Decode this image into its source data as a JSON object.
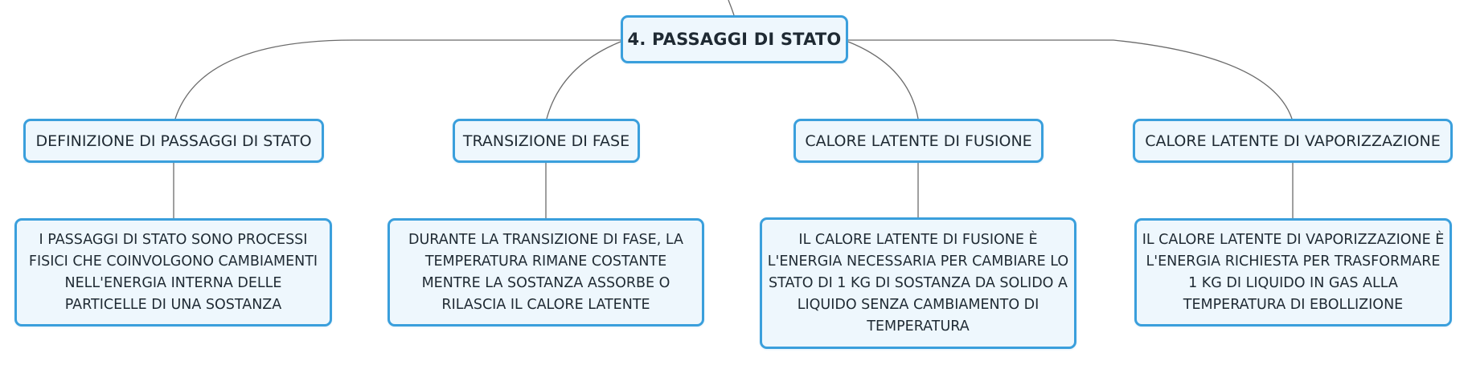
{
  "root": {
    "label": "4. PASSAGGI DI STATO"
  },
  "topics": [
    {
      "label": "DEFINIZIONE DI PASSAGGI DI STATO",
      "detail": "I PASSAGGI DI STATO SONO PROCESSI FISICI CHE COINVOLGONO CAMBIAMENTI NELL'ENERGIA INTERNA DELLE PARTICELLE DI UNA SOSTANZA"
    },
    {
      "label": "TRANSIZIONE DI FASE",
      "detail": "DURANTE LA TRANSIZIONE DI FASE, LA TEMPERATURA RIMANE COSTANTE MENTRE LA SOSTANZA ASSORBE O RILASCIA IL CALORE LATENTE"
    },
    {
      "label": "CALORE LATENTE DI FUSIONE",
      "detail": "IL CALORE LATENTE DI FUSIONE È L'ENERGIA NECESSARIA PER CAMBIARE LO STATO DI 1 KG DI SOSTANZA DA SOLIDO A LIQUIDO SENZA CAMBIAMENTO DI TEMPERATURA"
    },
    {
      "label": "CALORE LATENTE DI VAPORIZZAZIONE",
      "detail": "IL CALORE LATENTE DI VAPORIZZAZIONE È L'ENERGIA RICHIESTA PER TRASFORMARE 1 KG DI LIQUIDO IN GAS ALLA TEMPERATURA DI EBOLLIZIONE"
    }
  ],
  "colors": {
    "node_border": "#3a9fdc",
    "node_fill": "#eef7fd",
    "connector": "#6b6b6b",
    "text": "#1f2a33"
  }
}
